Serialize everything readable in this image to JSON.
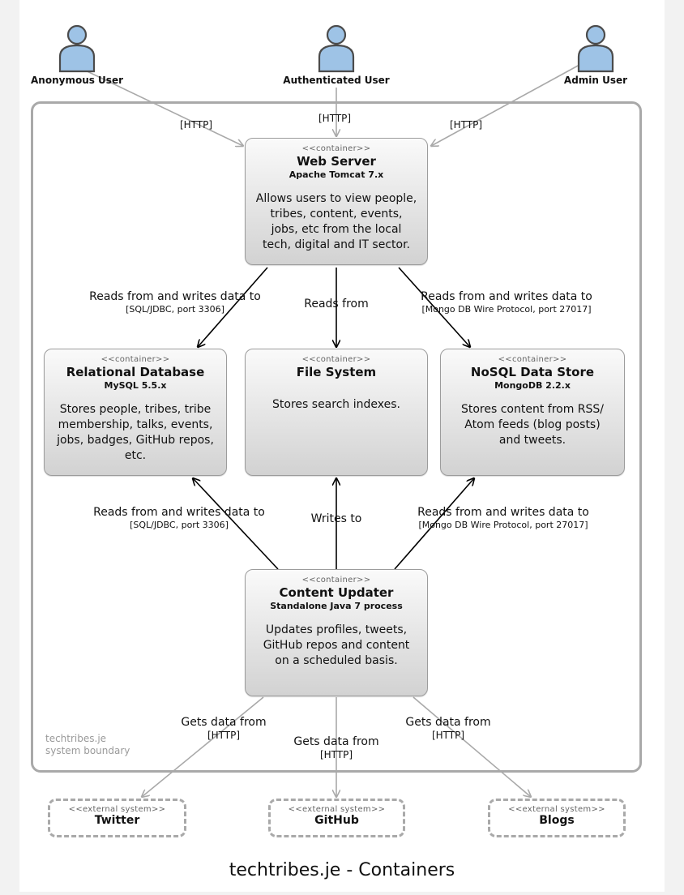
{
  "title": "techtribes.je - Containers",
  "boundary": {
    "line1": "techtribes.je",
    "line2": "system boundary"
  },
  "actors": [
    {
      "label": "Anonymous User"
    },
    {
      "label": "Authenticated User"
    },
    {
      "label": "Admin User"
    }
  ],
  "containers": {
    "web_server": {
      "stereotype": "<<container>>",
      "name": "Web Server",
      "tech": "Apache Tomcat 7.x",
      "desc": [
        "Allows users to view people,",
        "tribes, content, events,",
        "jobs, etc from the local",
        "tech, digital and IT sector."
      ]
    },
    "relational_db": {
      "stereotype": "<<container>>",
      "name": "Relational Database",
      "tech": "MySQL 5.5.x",
      "desc": [
        "Stores people, tribes, tribe",
        "membership, talks, events,",
        "jobs, badges, GitHub repos,",
        "etc."
      ]
    },
    "file_system": {
      "stereotype": "<<container>>",
      "name": "File System",
      "tech": "",
      "desc": [
        "Stores search indexes."
      ]
    },
    "nosql": {
      "stereotype": "<<container>>",
      "name": "NoSQL Data Store",
      "tech": "MongoDB 2.2.x",
      "desc": [
        "Stores content from RSS/",
        "Atom feeds (blog posts)",
        "and tweets."
      ]
    },
    "content_updater": {
      "stereotype": "<<container>>",
      "name": "Content Updater",
      "tech": "Standalone Java 7 process",
      "desc": [
        "Updates profiles, tweets,",
        "GitHub repos and content",
        "on a scheduled basis."
      ]
    }
  },
  "relations": {
    "anon_http": "[HTTP]",
    "auth_http": "[HTTP]",
    "admin_http": "[HTTP]",
    "ws_rdb": {
      "main": "Reads from and writes data to",
      "tech": "[SQL/JDBC, port 3306]"
    },
    "ws_fs": {
      "main": "Reads from"
    },
    "ws_nosql": {
      "main": "Reads from and writes data to",
      "tech": "[Mongo DB Wire Protocol, port 27017]"
    },
    "cu_rdb": {
      "main": "Reads from and writes data to",
      "tech": "[SQL/JDBC, port 3306]"
    },
    "cu_fs": {
      "main": "Writes to"
    },
    "cu_nosql": {
      "main": "Reads from and writes data to",
      "tech": "[Mongo DB Wire Protocol, port 27017]"
    },
    "cu_twitter": {
      "main": "Gets data from",
      "tech": "[HTTP]"
    },
    "cu_github": {
      "main": "Gets data from",
      "tech": "[HTTP]"
    },
    "cu_blogs": {
      "main": "Gets data from",
      "tech": "[HTTP]"
    }
  },
  "externals": [
    {
      "stereotype": "<<external system>>",
      "name": "Twitter"
    },
    {
      "stereotype": "<<external system>>",
      "name": "GitHub"
    },
    {
      "stereotype": "<<external system>>",
      "name": "Blogs"
    }
  ],
  "colors": {
    "actor_fill": "#9ec3e6",
    "actor_stroke": "#4b4b4b",
    "boundary": "#a9a9a9",
    "box_top": "#fafafa",
    "box_bottom": "#d2d2d2",
    "arrow_dark": "#000000",
    "arrow_light": "#a9a9a9"
  }
}
